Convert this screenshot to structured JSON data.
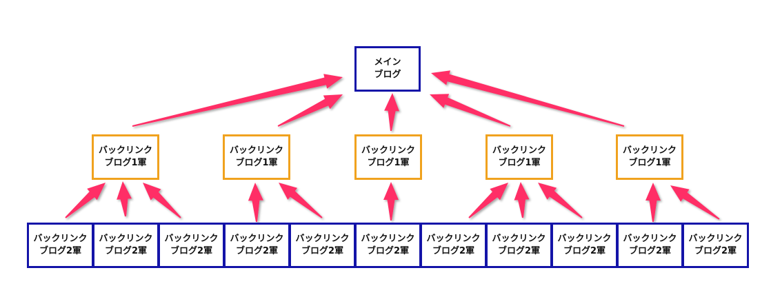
{
  "main_node": {
    "line1": "メイン",
    "line2": "ブログ"
  },
  "tier1_nodes": [
    {
      "line1": "バックリンク",
      "line2": "ブログ1軍"
    },
    {
      "line1": "バックリンク",
      "line2": "ブログ1軍"
    },
    {
      "line1": "バックリンク",
      "line2": "ブログ1軍"
    },
    {
      "line1": "バックリンク",
      "line2": "ブログ1軍"
    },
    {
      "line1": "バックリンク",
      "line2": "ブログ1軍"
    }
  ],
  "tier2_nodes": [
    {
      "line1": "バックリンク",
      "line2": "ブログ2軍"
    },
    {
      "line1": "バックリンク",
      "line2": "ブログ2軍"
    },
    {
      "line1": "バックリンク",
      "line2": "ブログ2軍"
    },
    {
      "line1": "バックリンク",
      "line2": "ブログ2軍"
    },
    {
      "line1": "バックリンク",
      "line2": "ブログ2軍"
    },
    {
      "line1": "バックリンク",
      "line2": "ブログ2軍"
    },
    {
      "line1": "バックリンク",
      "line2": "ブログ2軍"
    },
    {
      "line1": "バックリンク",
      "line2": "ブログ2軍"
    },
    {
      "line1": "バックリンク",
      "line2": "ブログ2軍"
    },
    {
      "line1": "バックリンク",
      "line2": "ブログ2軍"
    },
    {
      "line1": "バックリンク",
      "line2": "ブログ2軍"
    }
  ],
  "colors": {
    "main_border": "#1414a8",
    "tier1_border": "#f0a21e",
    "tier2_border": "#1414a8",
    "arrow": "#ff2f66"
  }
}
